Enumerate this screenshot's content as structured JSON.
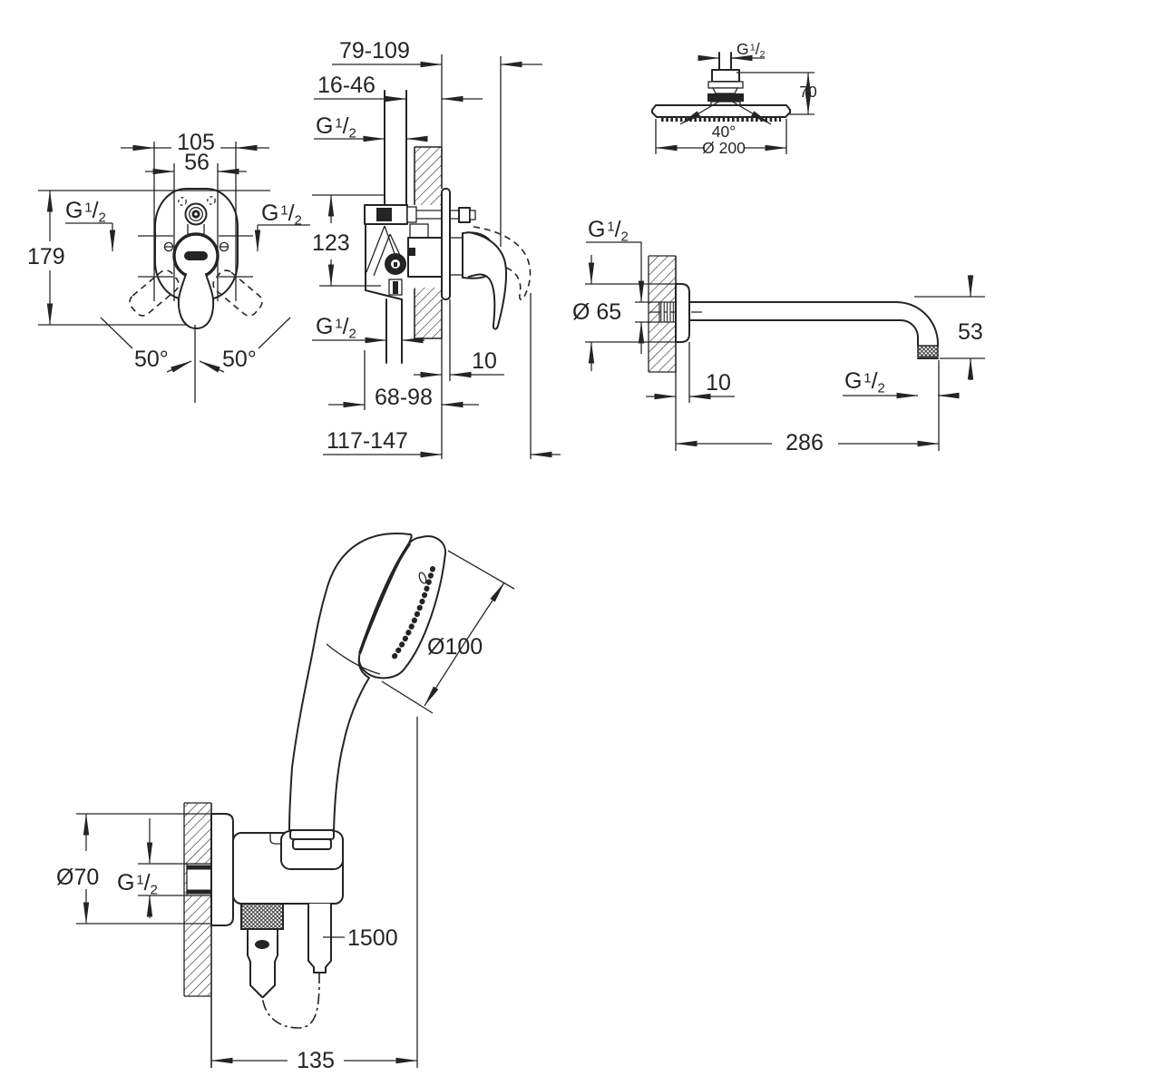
{
  "colors": {
    "line": "#242424",
    "background": "#ffffff"
  },
  "figure": {
    "front_view": {
      "dim_width_outer": "105",
      "dim_width_inner": "56",
      "dim_height": "179",
      "thread_left": "G 1/2",
      "thread_right": "G 1/2",
      "angle_left": "50°",
      "angle_right": "50°"
    },
    "section_view": {
      "dim_depth_outer": "79-109",
      "dim_depth_inner": "16-46",
      "thread_top": "G 1/2",
      "dim_ports_vertical": "123",
      "thread_bottom": "G 1/2",
      "dim_plate_thickness": "10",
      "dim_depth_lower": "68-98",
      "dim_depth_total": "117-147"
    },
    "head_shower": {
      "thread": "G 1/2",
      "dim_height": "70",
      "spray_angle": "40°",
      "dim_diameter": "Ø 200"
    },
    "shower_arm": {
      "thread_wall": "G 1/2",
      "dim_flange_diameter": "Ø 65",
      "dim_drop": "53",
      "dim_wall_offset": "10",
      "thread_outlet": "G 1/2",
      "dim_length": "286"
    },
    "hand_shower": {
      "dim_head_diameter": "Ø100",
      "dim_holder_diameter": "Ø70",
      "thread": "G 1/2",
      "hose_length": "1500",
      "dim_offset": "135"
    }
  }
}
